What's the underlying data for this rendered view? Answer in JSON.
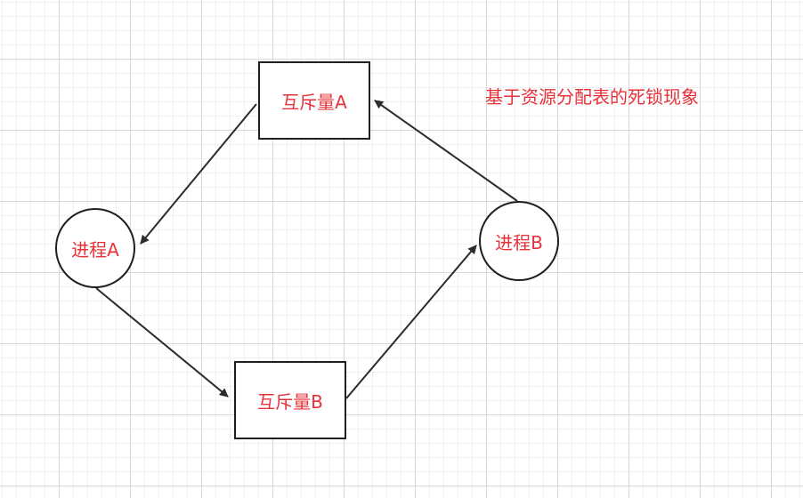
{
  "title": "基于资源分配表的死锁现象",
  "nodes": {
    "mutex_a": {
      "label": "互斥量A"
    },
    "mutex_b": {
      "label": "互斥量B"
    },
    "process_a": {
      "label": "进程A"
    },
    "process_b": {
      "label": "进程B"
    }
  },
  "edges": [
    {
      "from": "mutex_a",
      "to": "process_a"
    },
    {
      "from": "process_a",
      "to": "mutex_b"
    },
    {
      "from": "mutex_b",
      "to": "process_b"
    },
    {
      "from": "process_b",
      "to": "mutex_a"
    }
  ],
  "colors": {
    "label": "#e8323a",
    "stroke": "#1f1f1f",
    "arrow": "#2b2b2b"
  }
}
